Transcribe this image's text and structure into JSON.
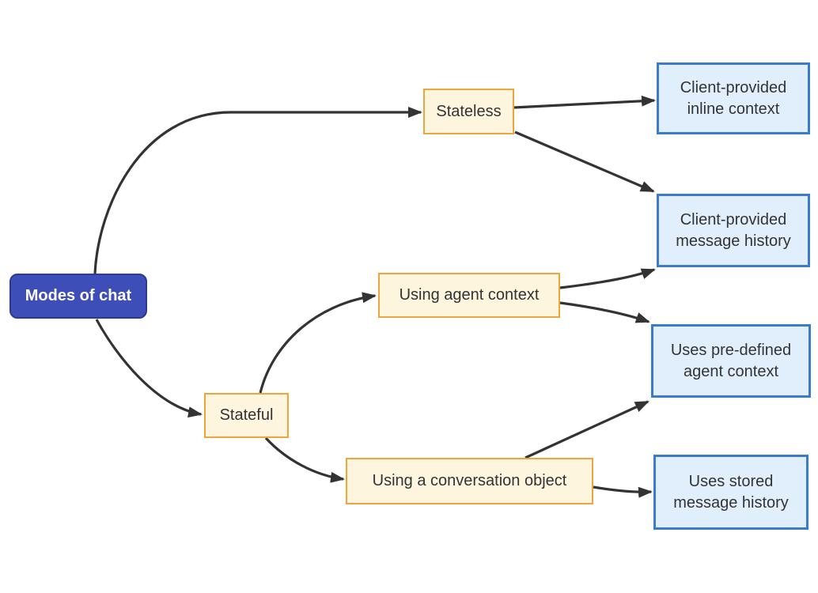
{
  "diagram": {
    "type": "flowchart",
    "direction": "left-to-right",
    "nodes": {
      "root": {
        "label": "Modes of chat",
        "style": "root"
      },
      "stateless": {
        "label": "Stateless",
        "style": "branch"
      },
      "stateful": {
        "label": "Stateful",
        "style": "branch"
      },
      "using_agent_context": {
        "label": "Using agent context",
        "style": "branch"
      },
      "using_conversation_object": {
        "label": "Using a conversation object",
        "style": "branch"
      },
      "client_inline_context": {
        "label": "Client-provided\ninline context",
        "style": "leaf"
      },
      "client_message_history": {
        "label": "Client-provided\nmessage history",
        "style": "leaf"
      },
      "predefined_agent_context": {
        "label": "Uses pre-defined\nagent context",
        "style": "leaf"
      },
      "stored_message_history": {
        "label": "Uses stored\nmessage history",
        "style": "leaf"
      }
    },
    "edges": [
      {
        "from": "Modes of chat",
        "to": "Stateless"
      },
      {
        "from": "Modes of chat",
        "to": "Stateful"
      },
      {
        "from": "Stateless",
        "to": "Client-provided inline context"
      },
      {
        "from": "Stateless",
        "to": "Client-provided message history"
      },
      {
        "from": "Stateful",
        "to": "Using agent context"
      },
      {
        "from": "Stateful",
        "to": "Using a conversation object"
      },
      {
        "from": "Using agent context",
        "to": "Client-provided message history"
      },
      {
        "from": "Using agent context",
        "to": "Uses pre-defined agent context"
      },
      {
        "from": "Using a conversation object",
        "to": "Uses pre-defined agent context"
      },
      {
        "from": "Using a conversation object",
        "to": "Uses stored message history"
      }
    ],
    "colors": {
      "root_fill": "#3e4eb8",
      "root_border": "#2c3a90",
      "root_text": "#ffffff",
      "branch_fill": "#fdf5de",
      "branch_border": "#f0a43c",
      "leaf_fill": "#e1effc",
      "leaf_border": "#3b7bce",
      "edge": "#333333",
      "text": "#333333",
      "background": "#ffffff"
    }
  }
}
